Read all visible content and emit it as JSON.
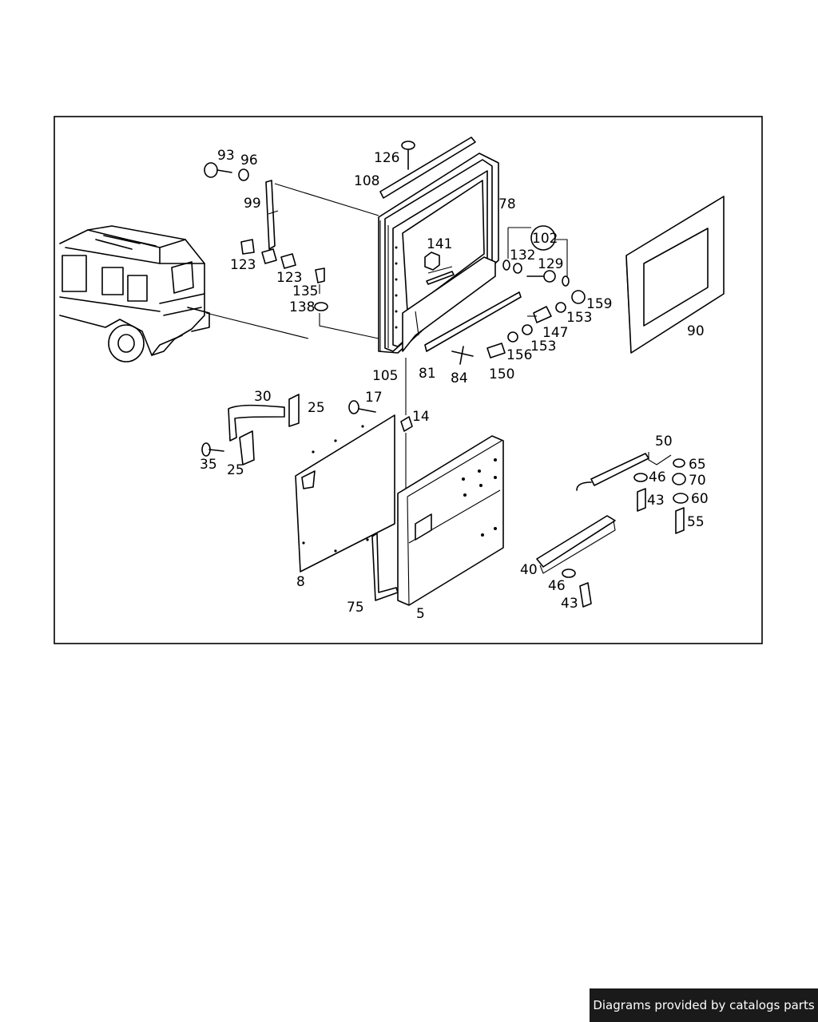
{
  "footer": {
    "credit": "Diagrams provided by catalogs parts"
  },
  "labels": {
    "l93": "93",
    "l96": "96",
    "l99": "99",
    "l123a": "123",
    "l123b": "123",
    "l135": "135",
    "l138": "138",
    "l126": "126",
    "l108": "108",
    "l78": "78",
    "l141": "141",
    "l102": "102",
    "l132": "132",
    "l129": "129",
    "l159": "159",
    "l153a": "153",
    "l147": "147",
    "l153b": "153",
    "l156": "156",
    "l150": "150",
    "l84": "84",
    "l81": "81",
    "l105": "105",
    "l90": "90",
    "l30": "30",
    "l25a": "25",
    "l25b": "25",
    "l35": "35",
    "l17": "17",
    "l14": "14",
    "l8": "8",
    "l75": "75",
    "l5": "5",
    "l50": "50",
    "l65": "65",
    "l46a": "46",
    "l70": "70",
    "l43a": "43",
    "l60": "60",
    "l55": "55",
    "l40": "40",
    "l46b": "46",
    "l43b": "43"
  }
}
